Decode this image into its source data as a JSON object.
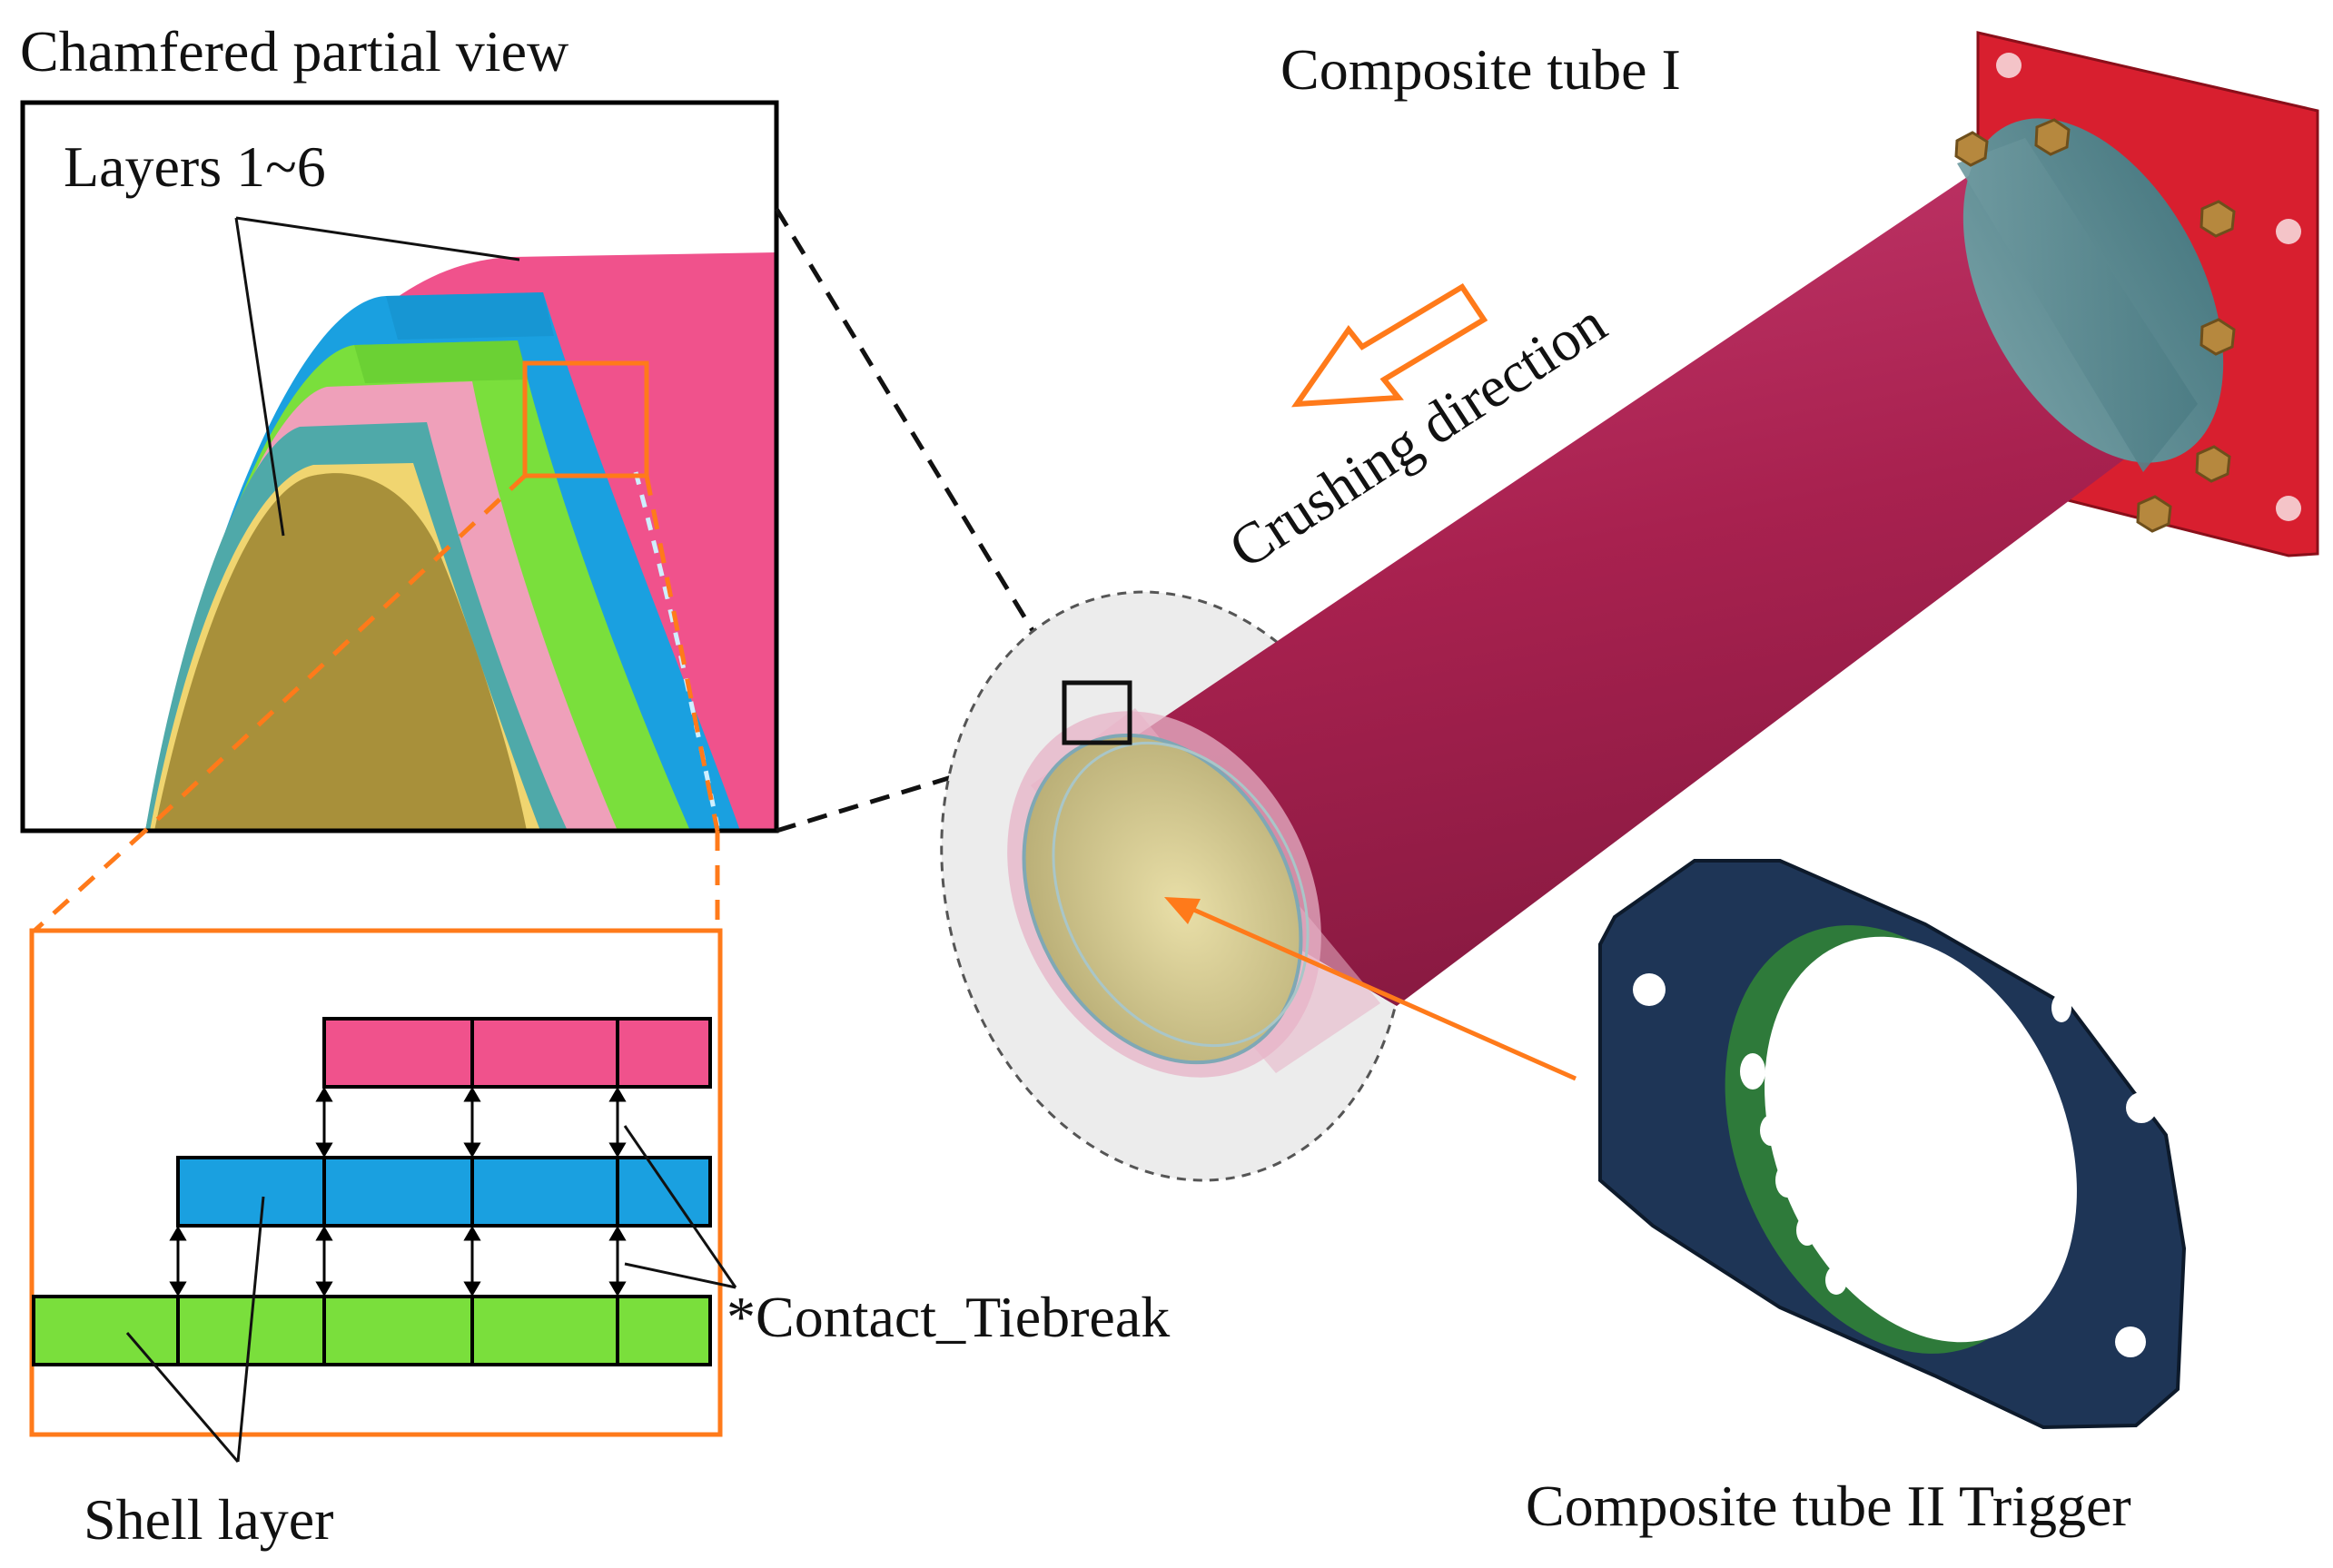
{
  "labels": {
    "chamfered_view": "Chamfered partial view",
    "layers": "Layers 1~6",
    "tube_one": "Composite tube I",
    "crushing_direction": "Crushing direction",
    "contact_tiebreak": "*Contact_Tiebreak",
    "shell_layer": "Shell layer",
    "tube_two_trigger": "Composite tube II Trigger"
  },
  "colors": {
    "layer_pink": "#F0528C",
    "layer_blue": "#1AA0E0",
    "layer_green": "#7ADF3C",
    "layer_light_pink": "#EFA0BA",
    "layer_teal": "#4FA9A9",
    "layer_yellow": "#F0D570",
    "layer_core": "#A8903A",
    "tube_magenta": "#B8285E",
    "flange_red": "#D81F2F",
    "ring_gray": "#5E8F96",
    "bolt_bronze": "#B6883E",
    "trigger_navy": "#1E3556",
    "trigger_green": "#2E7A3A",
    "highlight_orange": "#FF7A1A"
  }
}
